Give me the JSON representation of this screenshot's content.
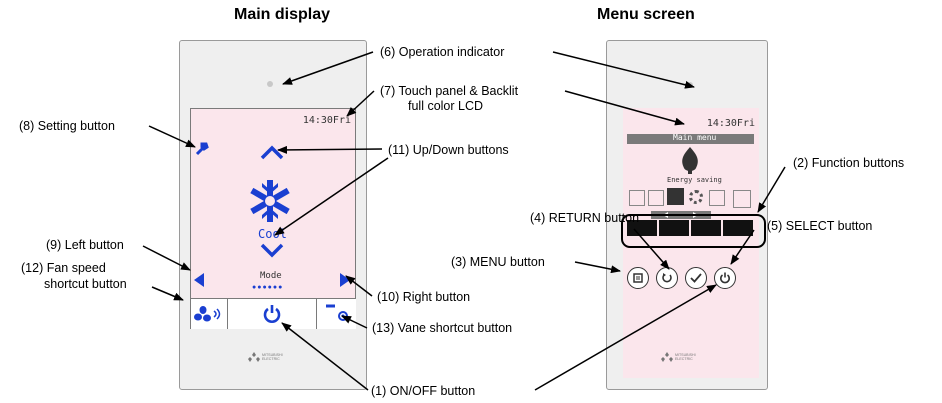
{
  "headings": {
    "left": "Main display",
    "right": "Menu screen"
  },
  "colors": {
    "accent": "#1a3fd1",
    "screen": "#fbe6ec",
    "casing": "#efefef"
  },
  "main_display": {
    "clock": "14:30Fri",
    "mode_text": "Cool",
    "mode_label": "Mode",
    "mode_dots": "●●●●●●",
    "brand": "MITSUBISHI ELECTRIC"
  },
  "menu_screen": {
    "clock": "14:30Fri",
    "title": "Main menu",
    "subtitle": "Energy saving",
    "brand": "MITSUBISHI ELECTRIC"
  },
  "callouts": {
    "operation_indicator": "(6) Operation indicator",
    "touch_panel_line1": "(7) Touch panel & Backlit",
    "touch_panel_line2": "full color LCD",
    "setting_button": "(8) Setting button",
    "up_down_buttons": "(11) Up/Down buttons",
    "function_buttons": "(2) Function buttons",
    "return_button": "(4) RETURN button",
    "select_button": "(5) SELECT button",
    "left_button": "(9) Left button",
    "menu_button": "(3) MENU button",
    "fan_speed_line1": "(12) Fan speed",
    "fan_speed_line2": "shortcut button",
    "right_button": "(10) Right button",
    "vane_shortcut": "(13) Vane shortcut button",
    "onoff_button": "(1) ON/OFF button"
  }
}
